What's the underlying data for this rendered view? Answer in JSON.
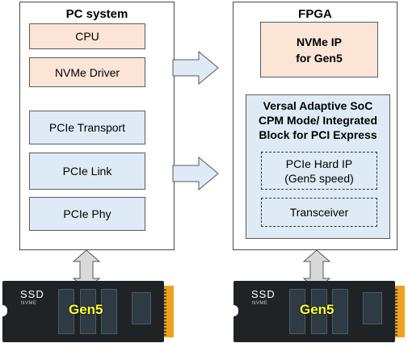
{
  "pc_system": {
    "title": "PC system",
    "cpu": "CPU",
    "nvme_driver": "NVMe Driver",
    "pcie_transport": "PCIe Transport",
    "pcie_link": "PCIe Link",
    "pcie_phy": "PCIe Phy"
  },
  "fpga": {
    "title": "FPGA",
    "nvme_ip": "NVMe IP\nfor Gen5",
    "soc_title": "Versal Adaptive SoC\nCPM Mode/ Integrated\nBlock for PCI Express",
    "pcie_hard_ip": "PCIe Hard IP\n(Gen5 speed)",
    "transceiver": "Transceiver"
  },
  "ssd_left": {
    "brand": "SSD",
    "sub": "NVME",
    "gen": "Gen5"
  },
  "ssd_right": {
    "brand": "SSD",
    "sub": "NVME",
    "gen": "Gen5"
  },
  "colors": {
    "peach": "#fbe5d6",
    "blue": "#deebf7",
    "arrow_fill": "#deebf7",
    "bidir_arrow_fill": "#d9d9d9",
    "ssd_body": "#1f2326",
    "ssd_gen_text": "#ffff33",
    "ssd_connector": "#f0a020"
  }
}
